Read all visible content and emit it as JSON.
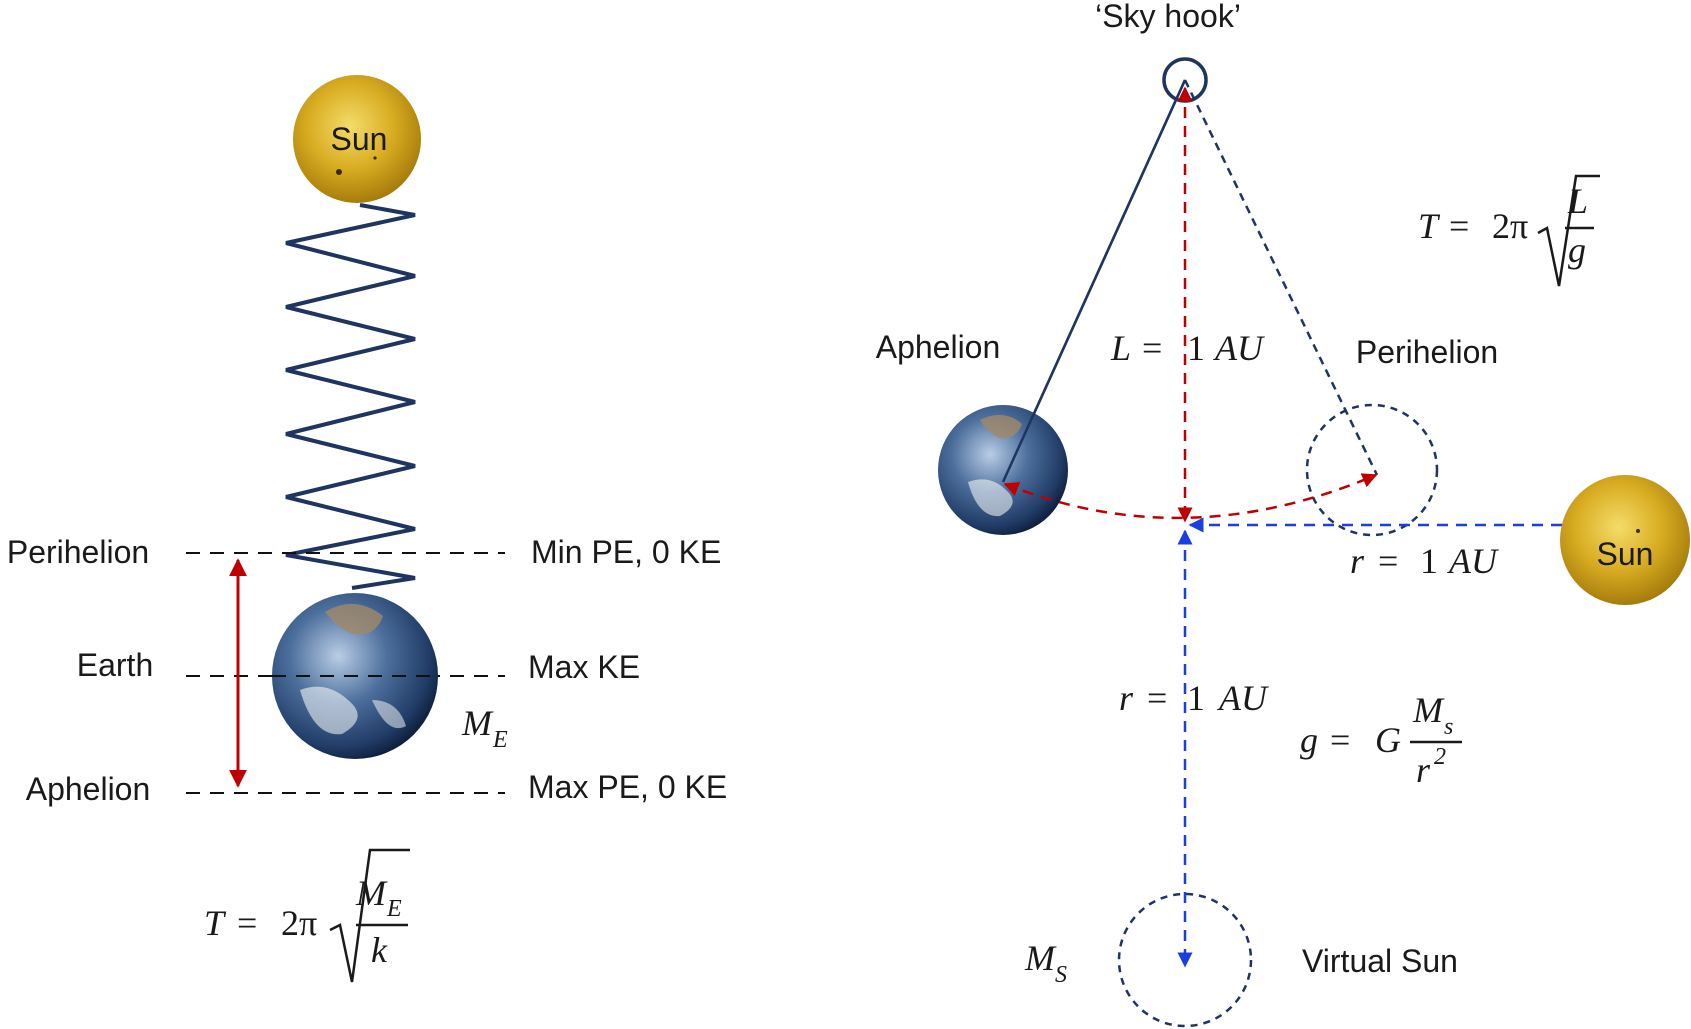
{
  "left_panel": {
    "sun_label": "Sun",
    "perihelion_label": "Perihelion",
    "earth_label": "Earth",
    "aphelion_label": "Aphelion",
    "min_pe_label": "Min PE, 0 KE",
    "max_ke_label": "Max KE",
    "max_pe_label": "Max PE, 0 KE",
    "mass_symbol": "M",
    "mass_subscript": "E",
    "formula": {
      "lhs": "T",
      "eq": "=",
      "coef": "2π",
      "numerator": "M",
      "numerator_sub": "E",
      "denominator": "k"
    }
  },
  "right_panel": {
    "sky_hook_label": "‘Sky hook’",
    "aphelion_label": "Aphelion",
    "perihelion_label": "Perihelion",
    "sun_label": "Sun",
    "virtual_sun_label": "Virtual Sun",
    "length_label": {
      "var": "L",
      "eq": "=",
      "num": "1",
      "unit": "AU"
    },
    "radius_label_h": {
      "var": "r",
      "eq": "=",
      "num": "1",
      "unit": "AU"
    },
    "radius_label_v": {
      "var": "r",
      "eq": "=",
      "num": "1",
      "unit": "AU"
    },
    "mass_symbol": "M",
    "mass_subscript": "S",
    "period_formula": {
      "lhs": "T",
      "eq": "=",
      "coef": "2π",
      "numerator": "L",
      "denominator": "g"
    },
    "gravity_formula": {
      "lhs": "g",
      "eq": "=",
      "G": "G",
      "numerator": "M",
      "numerator_sub": "s",
      "denominator": "r",
      "denominator_exp": "2"
    }
  },
  "colors": {
    "spring": "#1f3460",
    "red_arrow": "#c00000",
    "blue_arrow": "#1a3fe0",
    "dash_navy": "#1f3460",
    "sun_fill": "#e0b020"
  }
}
